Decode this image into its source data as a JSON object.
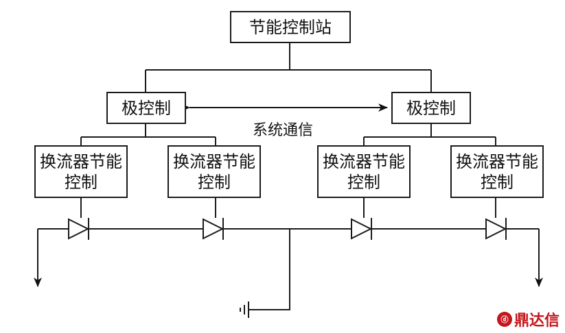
{
  "station": {
    "label": "节能控制站"
  },
  "pole_controls": [
    {
      "label": "极控制"
    },
    {
      "label": "极控制"
    }
  ],
  "communication_label": "系统通信",
  "converter_controls": [
    {
      "line1": "换流器节能",
      "line2": "控制"
    },
    {
      "line1": "换流器节能",
      "line2": "控制"
    },
    {
      "line1": "换流器节能",
      "line2": "控制"
    },
    {
      "line1": "换流器节能",
      "line2": "控制"
    }
  ],
  "watermark": {
    "text": "鼎达信",
    "seal": "ⓓ"
  }
}
